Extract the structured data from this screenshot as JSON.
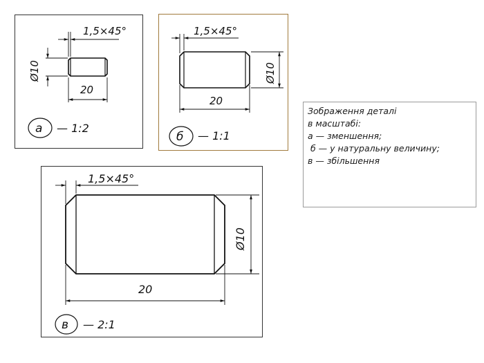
{
  "colors": {
    "line": "#111111",
    "panel_b_border": "#a07a3c",
    "panel_border": "#333333",
    "caption_border": "#9a9a9a"
  },
  "panels": [
    {
      "letter": "а",
      "scale": "— 1:2",
      "chamfer": "1,5×45°",
      "diameter": "Ø10",
      "length": "20"
    },
    {
      "letter": "б",
      "scale": "— 1:1",
      "chamfer": "1,5×45°",
      "diameter": "Ø10",
      "length": "20"
    },
    {
      "letter": "в",
      "scale": "— 2:1",
      "chamfer": "1,5×45°",
      "diameter": "Ø10",
      "length": "20"
    }
  ],
  "caption": {
    "lines": [
      "Зображення деталі",
      "в масштабі:",
      "а — зменшення;",
      " б — у натуральну величину;",
      "в — збільшення"
    ]
  }
}
